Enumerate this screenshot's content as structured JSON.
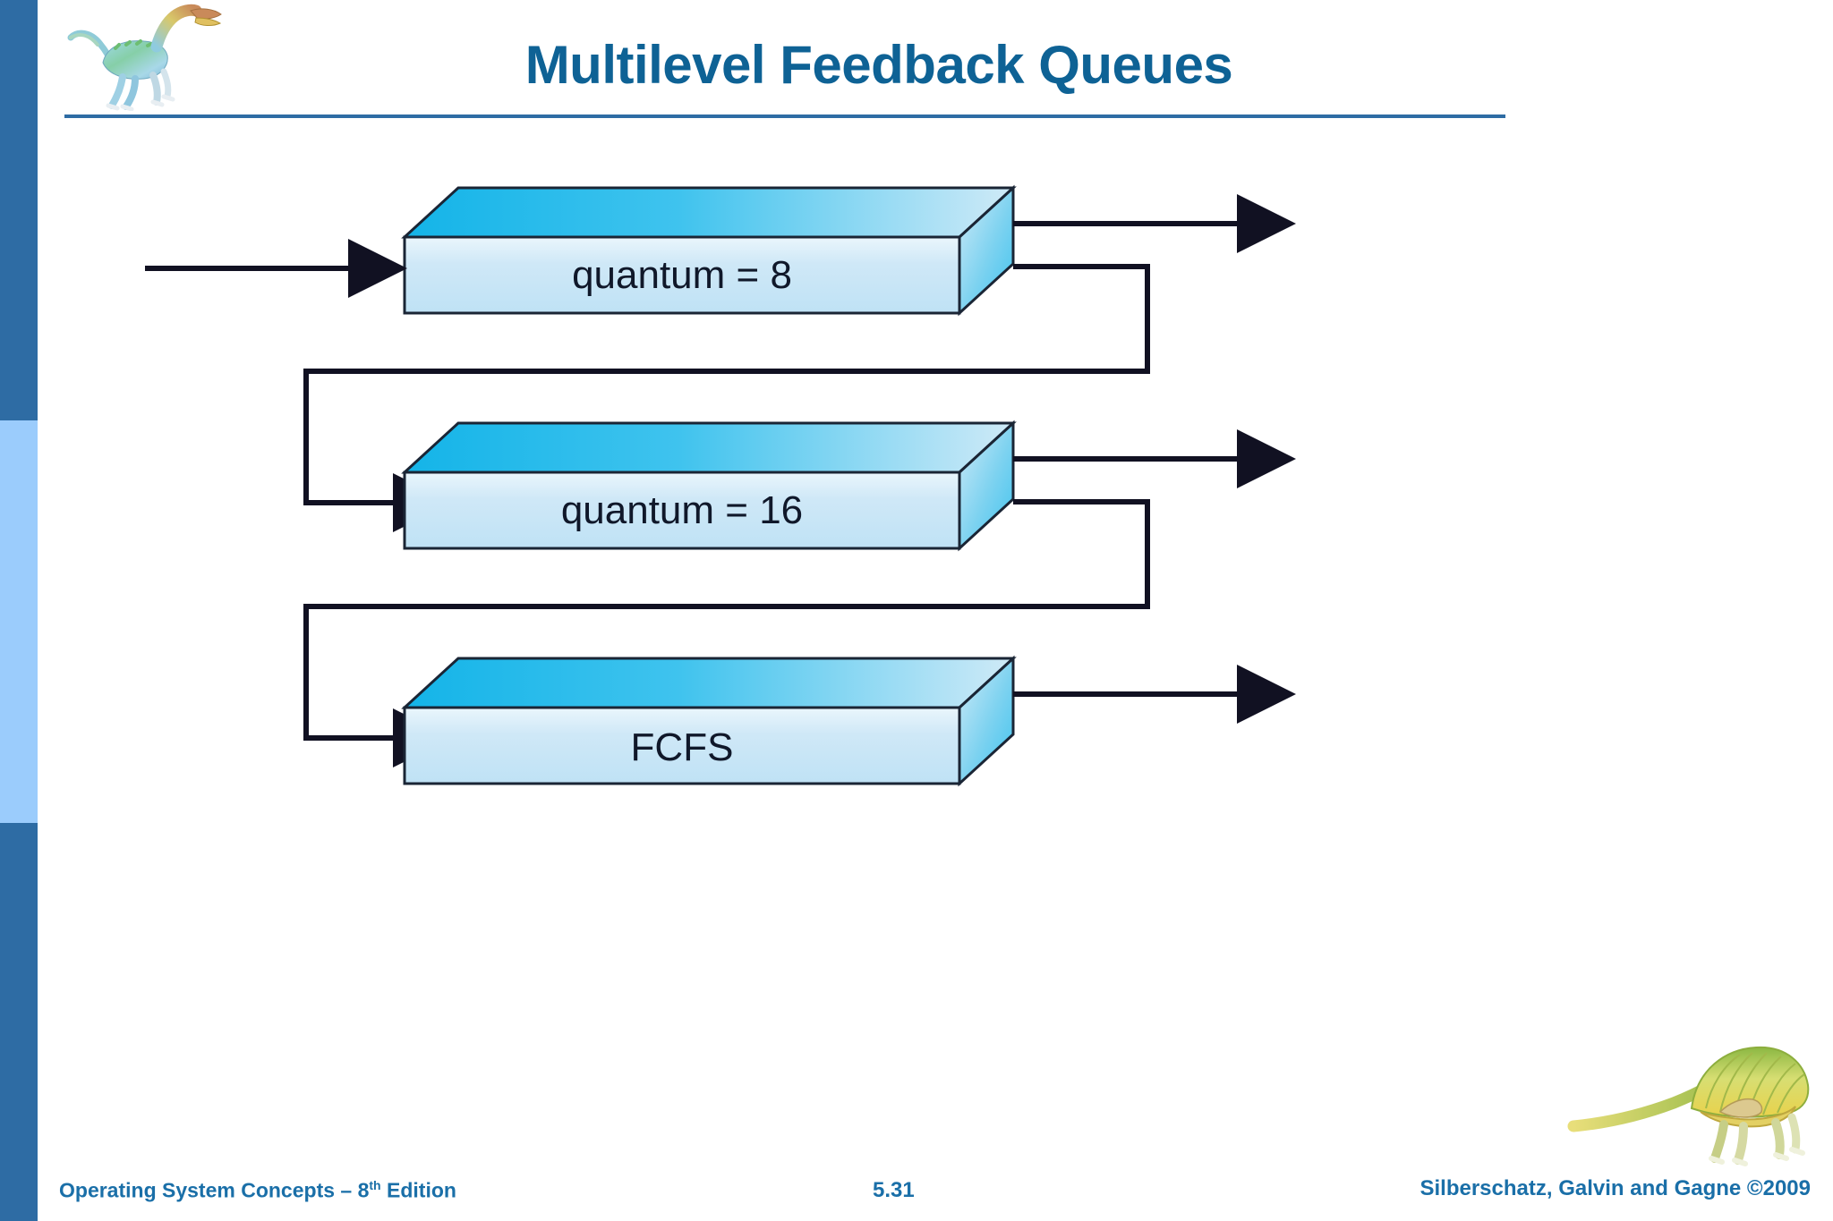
{
  "slide": {
    "title": "Multilevel Feedback Queues",
    "title_color": "#0E6295",
    "accent_color": "#2E6CA4",
    "accent_light_color": "#9BCCFC"
  },
  "header": {
    "logo_icon": "dinosaur-logo"
  },
  "diagram": {
    "type": "flow-diagram",
    "queues": [
      {
        "label": "quantum = 8",
        "name": "queue-level-1"
      },
      {
        "label": "quantum = 16",
        "name": "queue-level-2"
      },
      {
        "label": "FCFS",
        "name": "queue-level-3"
      }
    ],
    "box_face_color_top": "#ffffff",
    "box_face_color_bottom": "#C8E7F7",
    "box_top_face_from": "#00AEEF",
    "box_top_face_to": "#BFE6F7",
    "box_side_face_from": "#BFE6F7",
    "box_side_face_to": "#55C6EF",
    "stroke_color": "#1A1A2E",
    "arrows": {
      "entry_label": "incoming-process-arrow",
      "exit_label": "completed-process-arrow",
      "demote_label": "demotion-feedback-arrow"
    }
  },
  "footer": {
    "left_text_prefix": "Operating System Concepts – 8",
    "left_text_sup": "th",
    "left_text_suffix": " Edition",
    "page_number": "5.31",
    "right_text": "Silberschatz, Galvin and Gagne ©2009",
    "logo_icon": "dimetrodon-logo"
  }
}
